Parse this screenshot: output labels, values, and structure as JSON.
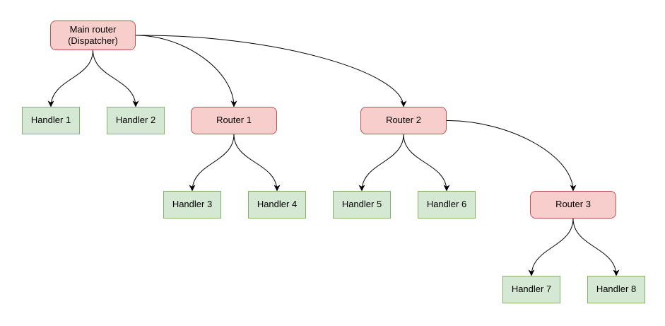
{
  "diagram": {
    "type": "tree-flowchart",
    "colors": {
      "router_fill": "#f8cecc",
      "router_border": "#b85450",
      "handler_fill": "#d5e8d4",
      "handler_border": "#82b366",
      "edge": "#000000",
      "background": "#ffffff"
    },
    "nodes": {
      "main_router": {
        "label": "Main router\n(Dispatcher)",
        "type": "router"
      },
      "handler1": {
        "label": "Handler 1",
        "type": "handler"
      },
      "handler2": {
        "label": "Handler 2",
        "type": "handler"
      },
      "router1": {
        "label": "Router 1",
        "type": "router"
      },
      "router2": {
        "label": "Router 2",
        "type": "router"
      },
      "handler3": {
        "label": "Handler 3",
        "type": "handler"
      },
      "handler4": {
        "label": "Handler 4",
        "type": "handler"
      },
      "handler5": {
        "label": "Handler 5",
        "type": "handler"
      },
      "handler6": {
        "label": "Handler 6",
        "type": "handler"
      },
      "router3": {
        "label": "Router 3",
        "type": "router"
      },
      "handler7": {
        "label": "Handler 7",
        "type": "handler"
      },
      "handler8": {
        "label": "Handler 8",
        "type": "handler"
      }
    },
    "edges": [
      {
        "from": "main_router",
        "to": "handler1"
      },
      {
        "from": "main_router",
        "to": "handler2"
      },
      {
        "from": "main_router",
        "to": "router1"
      },
      {
        "from": "main_router",
        "to": "router2"
      },
      {
        "from": "router1",
        "to": "handler3"
      },
      {
        "from": "router1",
        "to": "handler4"
      },
      {
        "from": "router2",
        "to": "handler5"
      },
      {
        "from": "router2",
        "to": "handler6"
      },
      {
        "from": "router2",
        "to": "router3"
      },
      {
        "from": "router3",
        "to": "handler7"
      },
      {
        "from": "router3",
        "to": "handler8"
      }
    ]
  }
}
